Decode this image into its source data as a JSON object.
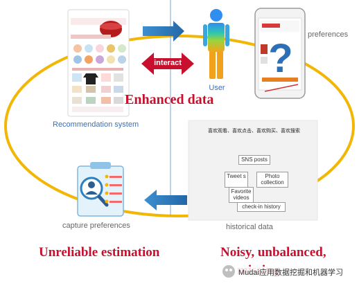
{
  "labels": {
    "recommendation_system": "Recommendation system",
    "user": "User",
    "preferences": "preferences",
    "interact": "interact",
    "enhanced_data": "Enhanced data",
    "capture_preferences": "capture preferences",
    "historical_data": "historical data",
    "unreliable_estimation": "Unreliable estimation",
    "noisy_unbalanced": "Noisy, unbalanced,",
    "missing_partial": "missing",
    "watermark": "Mudai应用数据挖掘和机器学习"
  },
  "data_cards": {
    "header_tags": "喜欢观看、喜欢点击、喜欢购买、喜欢搜索",
    "sns_posts": "SNS posts",
    "tweets": "Tweet s",
    "photo_collection": "Photo collection",
    "favorite_videos": "Favorite videos",
    "check_in_history": "check-in history"
  },
  "colors": {
    "cycle_ring": "#f2b705",
    "arrow_blue": "#2e7fc0",
    "interact_red": "#c8102e",
    "caption_blue": "#3a6fb5",
    "caption_gray": "#666666",
    "divider": "#7aa7d6"
  }
}
